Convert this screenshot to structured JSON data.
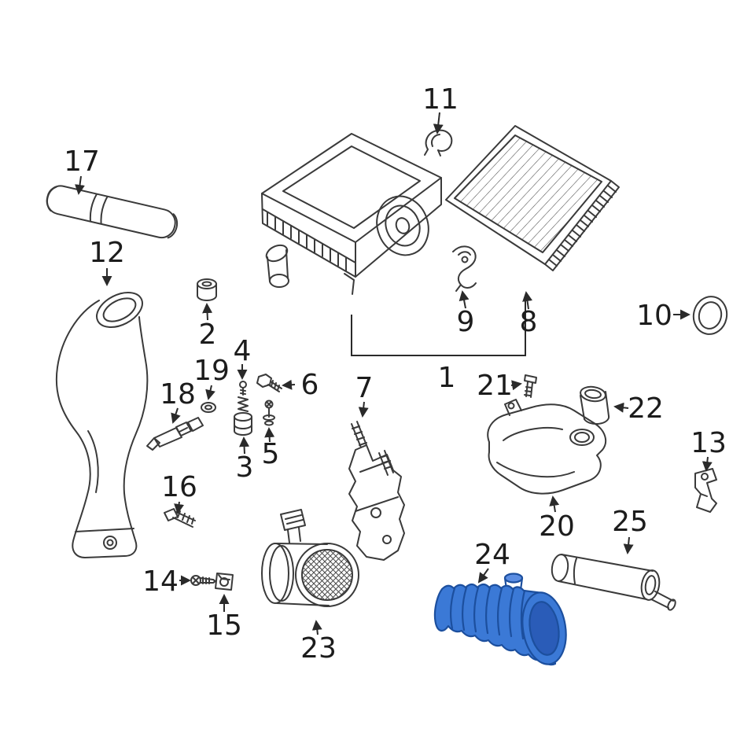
{
  "diagram": {
    "type": "exploded-parts-diagram",
    "highlighted_callout": "24",
    "colors": {
      "background": "#ffffff",
      "line": "#3a3a3a",
      "text": "#1c1c1c",
      "highlight_fill": "#3b79d6",
      "highlight_shade": "#2a5cb8",
      "highlight_line": "#1c4f9e",
      "highlight_port": "#5b8de2"
    },
    "callouts": {
      "c1": "1",
      "c2": "2",
      "c3": "3",
      "c4": "4",
      "c5": "5",
      "c6": "6",
      "c7": "7",
      "c8": "8",
      "c9": "9",
      "c10": "10",
      "c11": "11",
      "c12": "12",
      "c13": "13",
      "c14": "14",
      "c15": "15",
      "c16": "16",
      "c17": "17",
      "c18": "18",
      "c19": "19",
      "c20": "20",
      "c21": "21",
      "c22": "22",
      "c23": "23",
      "c24": "24",
      "c25": "25"
    }
  }
}
